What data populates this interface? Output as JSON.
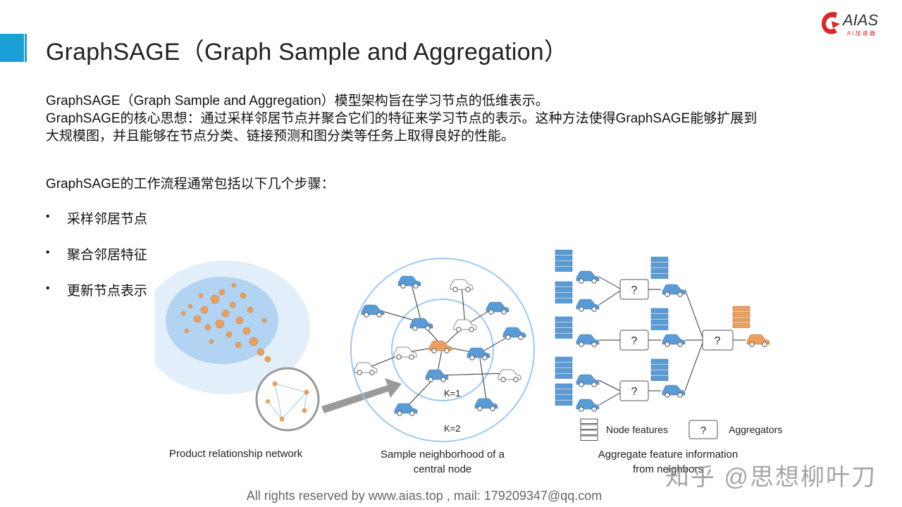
{
  "slide": {
    "title": "GraphSAGE（Graph Sample and Aggregation）",
    "logo": {
      "text": "AIAS",
      "subtitle": "A I 加 速 器",
      "color": "#d42a2a"
    },
    "intro_lines": [
      "GraphSAGE（Graph Sample and Aggregation）模型架构旨在学习节点的低维表示。",
      "GraphSAGE的核心思想：通过采样邻居节点并聚合它们的特征来学习节点的表示。这种方法使得GraphSAGE能够扩展到",
      "大规模图，并且能够在节点分类、链接预测和图分类等任务上取得良好的性能。"
    ],
    "steps_heading": "GraphSAGE的工作流程通常包括以下几个步骤：",
    "bullet_symbol": "•",
    "steps": [
      "采样邻居节点",
      "聚合邻居特征",
      "更新节点表示"
    ],
    "footer": "All rights reserved by www.aias.top , mail: 179209347@qq.com",
    "watermark": "知乎 @思想柳叶刀"
  },
  "figure": {
    "caption_network": "Product relationship network",
    "caption_sample_1": "Sample neighborhood of a",
    "caption_sample_2": "central node",
    "caption_aggregate_1": "Aggregate feature information",
    "caption_aggregate_2": "from neighbors",
    "k1_label": "K=1",
    "k2_label": "K=2",
    "aggregator_symbol": "?",
    "legend_node_features": "Node features",
    "legend_aggregators": "Aggregators",
    "colors": {
      "node_blue": "#5b9bd5",
      "node_orange": "#e8a060",
      "feature_stack": "#5b9bd5",
      "feature_stack_orange": "#e8a060",
      "network_dot": "#e8a060",
      "network_cloud": "#9ec8ee"
    }
  }
}
